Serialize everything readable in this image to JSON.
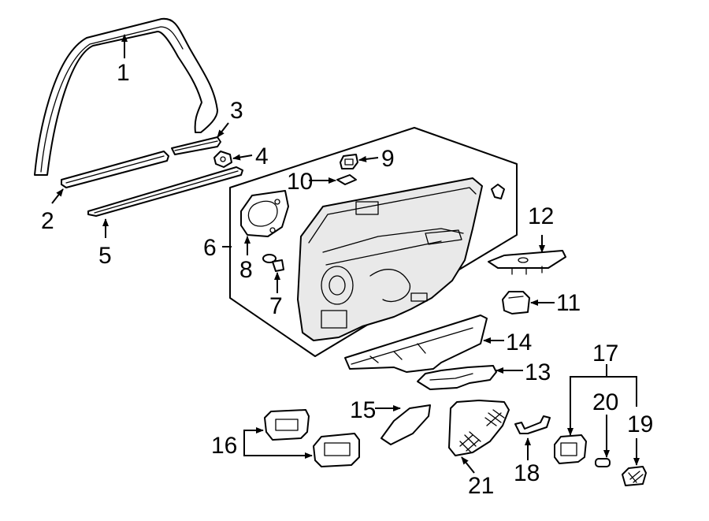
{
  "callouts": {
    "c1": "1",
    "c2": "2",
    "c3": "3",
    "c4": "4",
    "c5": "5",
    "c6": "6",
    "c7": "7",
    "c8": "8",
    "c9": "9",
    "c10": "10",
    "c11": "11",
    "c12": "12",
    "c13": "13",
    "c14": "14",
    "c15": "15",
    "c16": "16",
    "c17": "17",
    "c18": "18",
    "c19": "19",
    "c20": "20",
    "c21": "21"
  },
  "colors": {
    "line": "#000000",
    "background": "#ffffff",
    "shade": "#e9e9e9"
  }
}
